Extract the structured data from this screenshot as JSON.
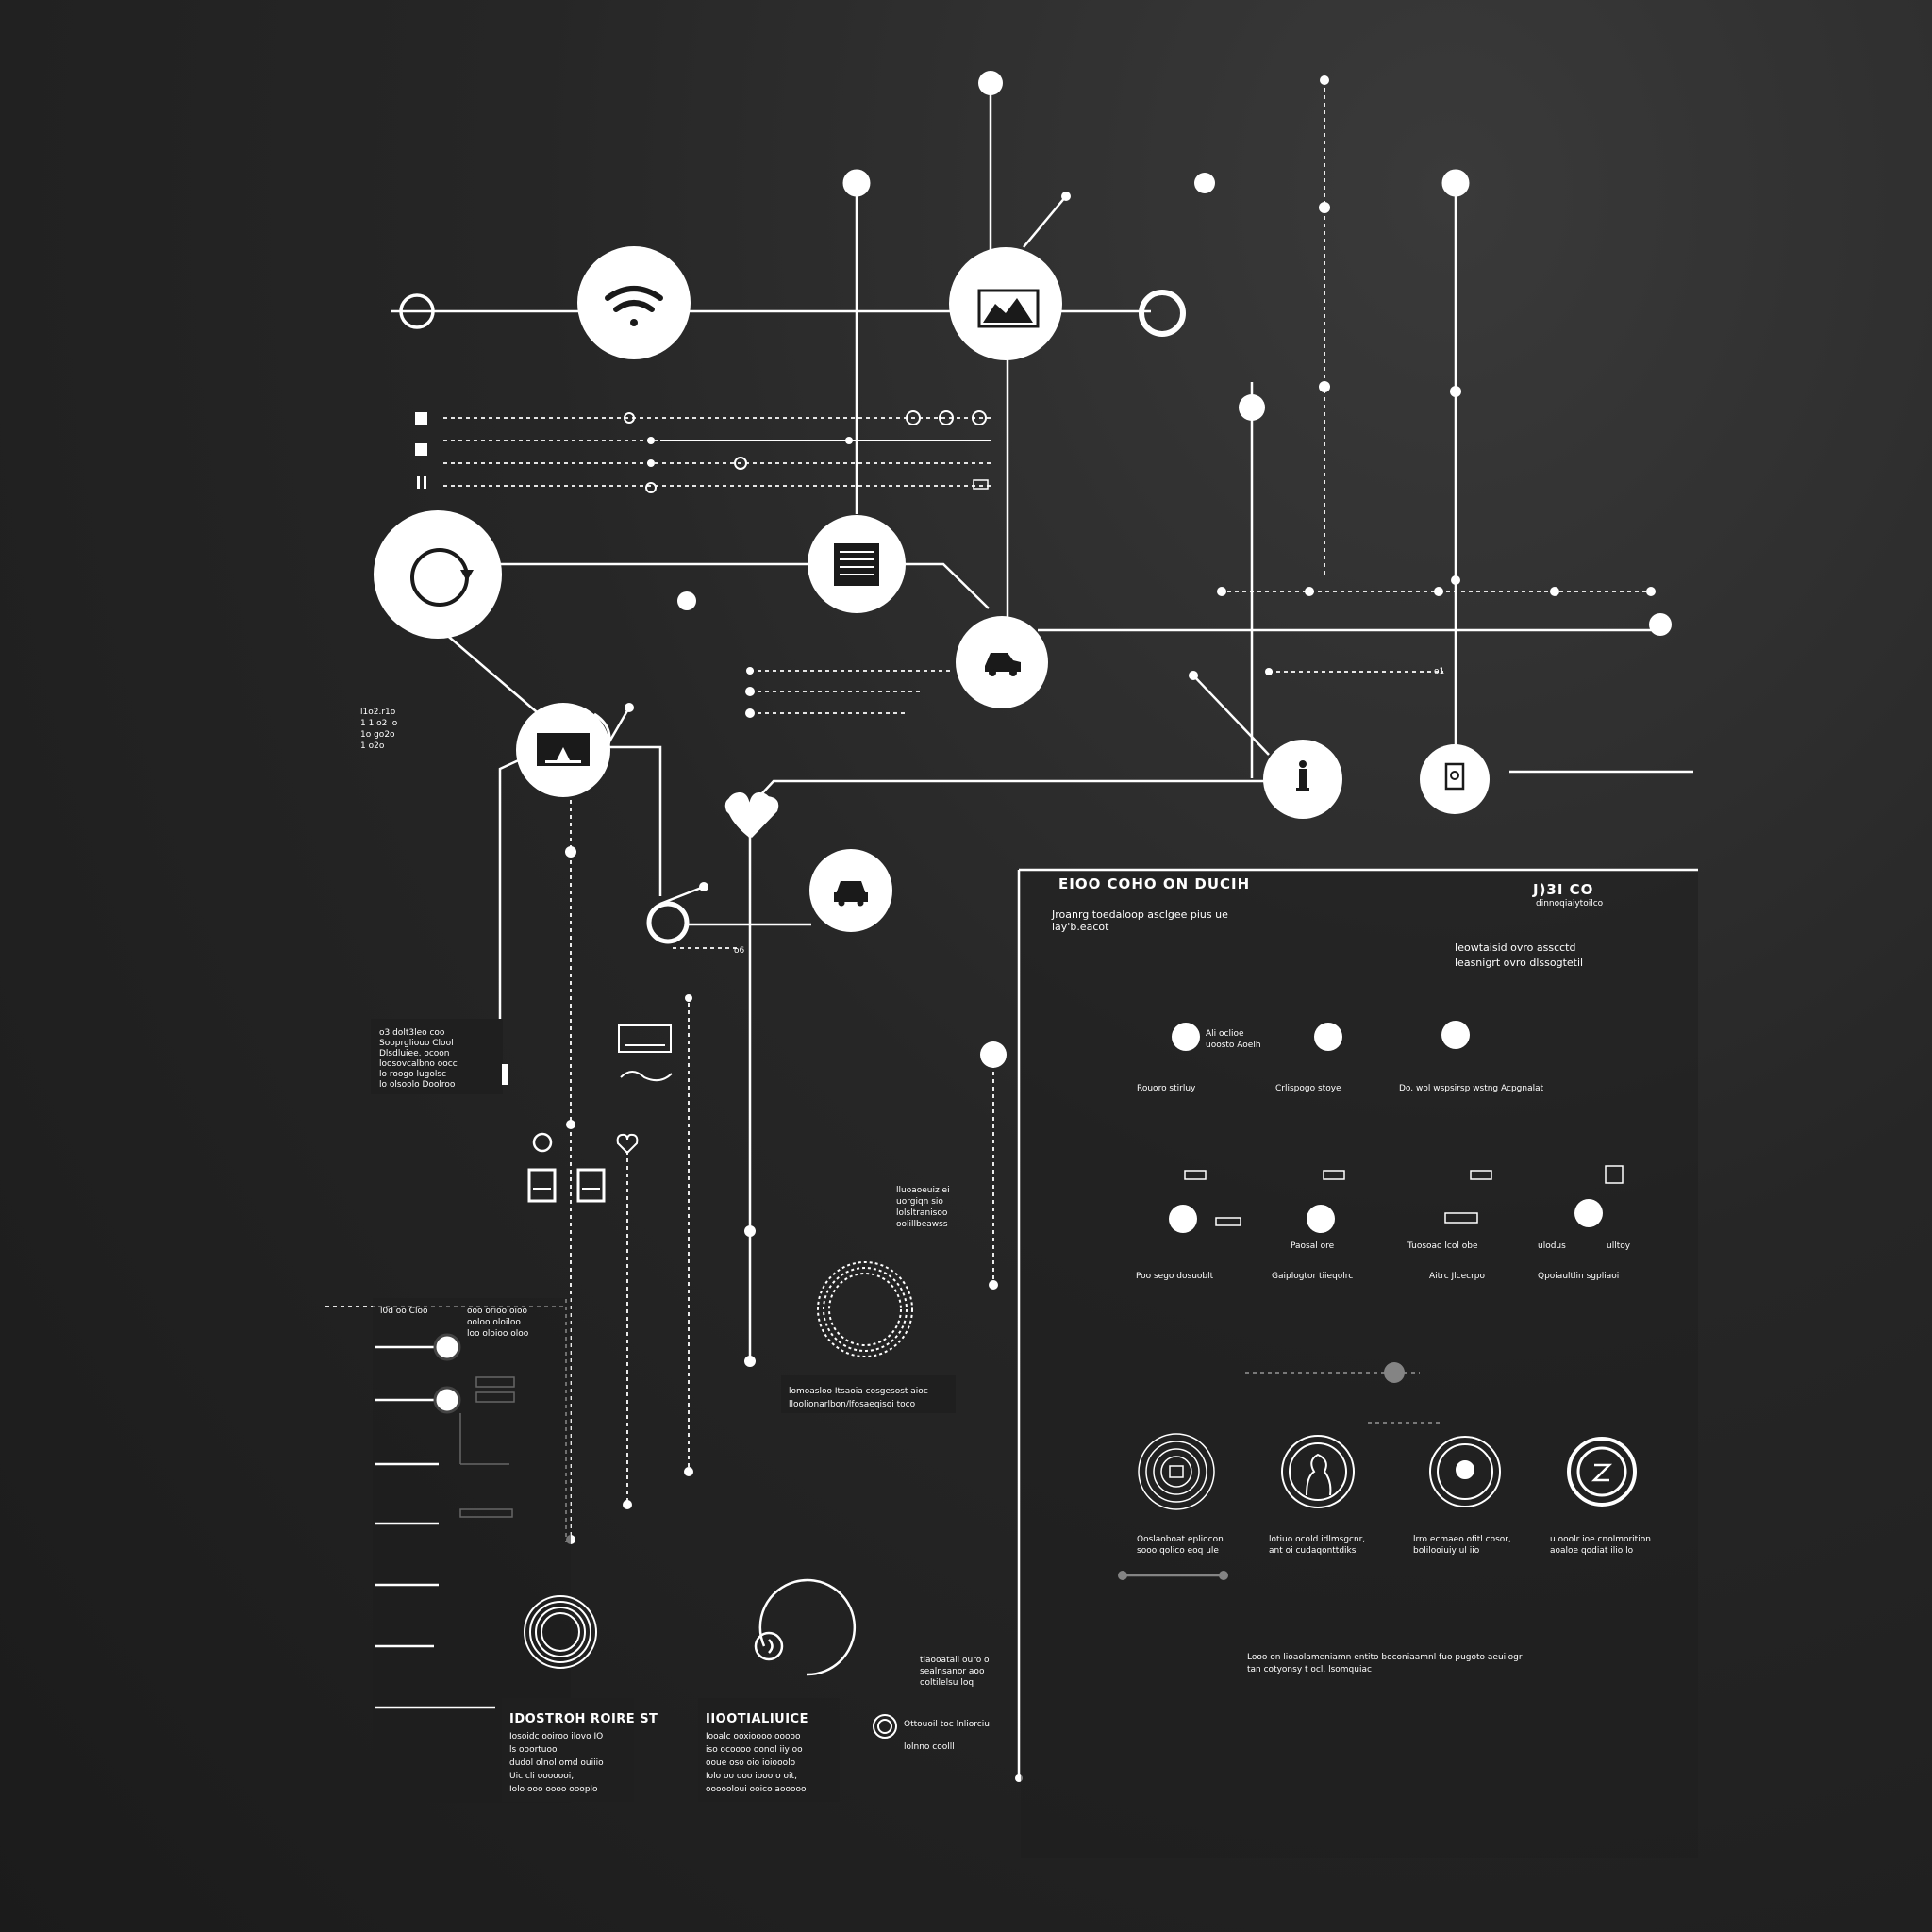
{
  "colors": {
    "background": "#222222",
    "line": "#ffffff",
    "node": "#ffffff",
    "icon": "#1a1a1a",
    "panel": "#1f1f1f"
  },
  "panel": {
    "title": "EIOO COHO ON DUCIH",
    "subtitle_line1": "Jroanrg toedaloop asclgee pius ue",
    "subtitle_line2": "lay'b.eacot",
    "code": "J)3I CO",
    "code_sub": "dinnoqiaiytoilco",
    "note_line1": "Ieowtaisid ovro asscctd",
    "note_line2": "leasnigrt ovro dlssogtetil",
    "row1_labels": [
      "Rouoro stirluy",
      "Crlispogo stoye",
      "Do. wol wspsirsp wstng Acpgnalat"
    ],
    "row1_mini": [
      "Ali oclioe",
      "uoosto Aoelh"
    ],
    "row2_labels": [
      "Poo sego dosuoblt",
      "Gaiplogtor tiieqolrc",
      "Aitrc Jlcecrpo",
      "Qpoiaultlin sgpliaoi"
    ],
    "row2_mini": [
      "Paosal ore",
      "Tuosoao lcol obe",
      "ulodus",
      "ulltoy"
    ],
    "row3_labels": [
      [
        "Ooslaoboat epliocon",
        "sooo qolico eoq ule"
      ],
      [
        "lotiuo ocold idlmsgcnr,",
        "ant oi cudaqonttdiks"
      ],
      [
        "lrro ecmaeo ofitl cosor,",
        "bolilooiuiy ul iio"
      ],
      [
        "u ooolr ioe cnolmorition",
        "aoaloe qodiat ilio lo"
      ]
    ],
    "footer_line1": "Looo on lioaolameniamn entito boconiaamnl fuo pugoto aeuiiogr",
    "footer_line2": "tan cotyonsy t ocl. lsomquiac"
  },
  "left_notes": [
    "l1o2.r1o",
    "1 1 o2 lo",
    "1o go2o",
    "1 o2o"
  ],
  "left_box_lines": [
    "o3 dolt3leo coo",
    "Sooprgliouo Clool",
    "Dlsdluiee. ocoon",
    "loosovcalbno oocc",
    "lo roogo lugolsc",
    "lo olsoolo Doolroo"
  ],
  "mid_note_lines": [
    "lluoaoeuiz ei",
    "uorgiqn sio",
    "lolsltranisoo",
    "oolillbeawss"
  ],
  "dial_caption": [
    "lomoasloo Itsaoia cosgesost aioc",
    "lloolionarlbon/lfosaeqisoi toco"
  ],
  "small_right_note": [
    "tlaooatali ouro o",
    "sealnsanor aoo",
    "ooltilelsu loq"
  ],
  "legend": [
    "l0d oo Cloo",
    "ooo orioo oioo",
    "ooloo oloiloo",
    "loo oloioo oloo"
  ],
  "ring_caption": [
    "Ottouoil toc lnliorciu",
    "lolnno coolll"
  ],
  "bottom_blocks": [
    {
      "title": "IDOSTROH ROIRE ST",
      "lines": [
        "Iosoidc ooiroo ilovo IO",
        "ls ooortuoo",
        "dudol olnol omd ouiiio",
        "Uic cli ooooooi,",
        "Iolo ooo oooo oooplo"
      ]
    },
    {
      "title": "IIOOTIALIUICE",
      "lines": [
        "Iooalc ooxioooo ooooo",
        "iso ocoooo oonol iiy oo",
        "ooue oso oio ioiooolo",
        "Iolo oo ooo iooo o oit,",
        "oooooloui ooico aooooo"
      ]
    }
  ],
  "tiny_tags": [
    "o1",
    "o6"
  ],
  "chart_data": []
}
